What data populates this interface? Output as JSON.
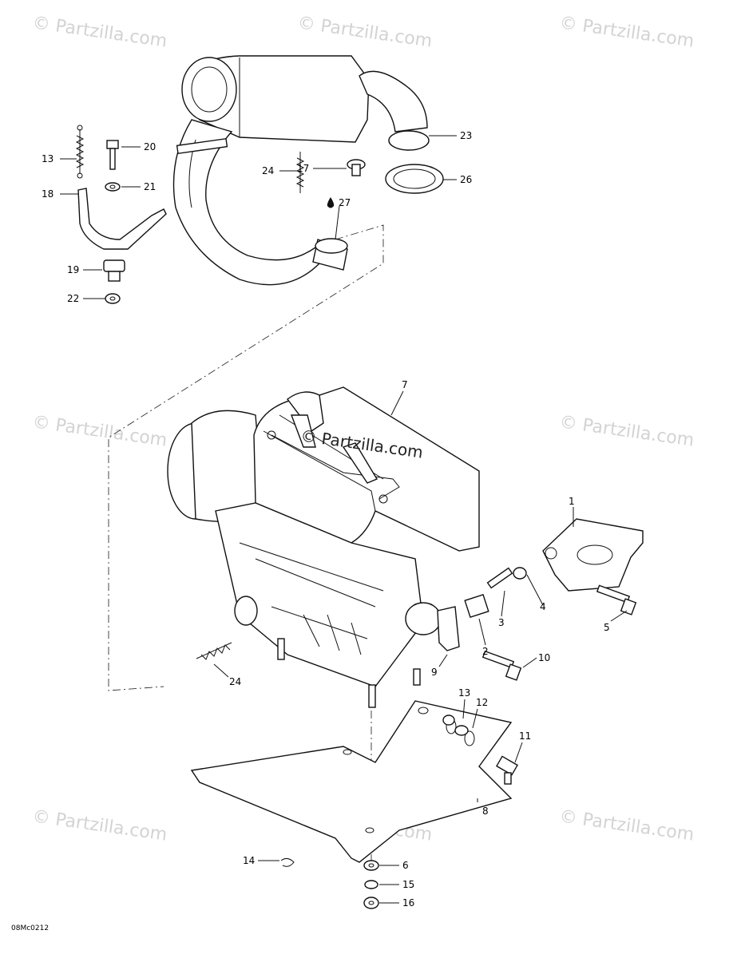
{
  "watermark": {
    "text": "© Partzilla.com",
    "overlay_text": "© Partzilla.com"
  },
  "diagram_code": "08Mc0212",
  "callouts": {
    "c1": "1",
    "c2": "2",
    "c3": "3",
    "c4": "4",
    "c5": "5",
    "c6": "6",
    "c7": "7",
    "c8": "8",
    "c9": "9",
    "c10": "10",
    "c11": "11",
    "c12": "12",
    "c13a": "13",
    "c13b": "13",
    "c14": "14",
    "c15": "15",
    "c16": "16",
    "c17": "17",
    "c18": "18",
    "c19": "19",
    "c20": "20",
    "c21": "21",
    "c22": "22",
    "c23": "23",
    "c24a": "24",
    "c24b": "24",
    "c26": "26",
    "c27": "27"
  }
}
